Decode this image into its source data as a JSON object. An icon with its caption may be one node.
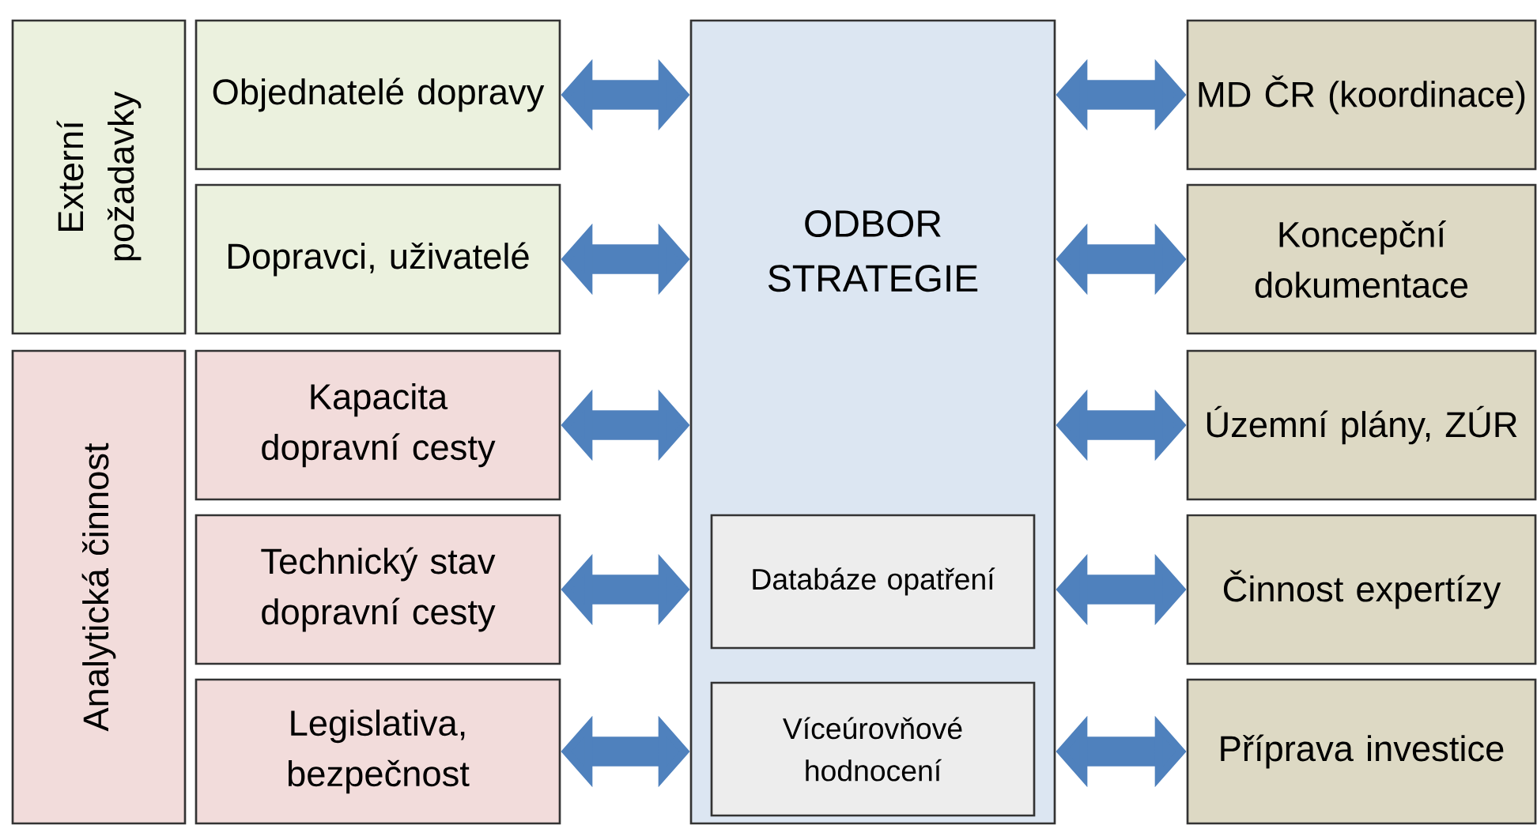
{
  "diagram": {
    "nodes": [
      {
        "text": [
          "Externí požadavky"
        ]
      },
      {
        "text": [
          "Objednatelé dopravy"
        ]
      },
      {
        "text": [
          "Dopravci, uživatelé"
        ]
      },
      {
        "text": [
          "Analytická činnost"
        ]
      },
      {
        "text": [
          "Kapacita dopravní cesty"
        ]
      },
      {
        "text": [
          "Technický stav dopravní cesty"
        ]
      },
      {
        "text": [
          "Legislativa, bezpečnost"
        ]
      },
      {
        "text": [
          "ODBOR STRATEGIE"
        ]
      },
      {
        "text": [
          "Databáze opatření"
        ],
        "in": 7
      },
      {
        "text": [
          "Víceúrovňové hodnocení"
        ],
        "in": 7
      },
      {
        "text": [
          "MD ČR (koordinace)"
        ]
      },
      {
        "text": [
          "Koncepční dokumentace"
        ]
      },
      {
        "text": [
          "Územní plány, ZÚR"
        ]
      },
      {
        "text": [
          "Činnost expertízy"
        ]
      },
      {
        "text": [
          "Příprava investice"
        ]
      }
    ],
    "edges": [
      {
        "from": 1,
        "to": 7,
        "arrow": "both"
      },
      {
        "from": 2,
        "to": 7,
        "arrow": "both"
      },
      {
        "from": 4,
        "to": 7,
        "arrow": "both"
      },
      {
        "from": 5,
        "to": 7,
        "arrow": "both"
      },
      {
        "from": 6,
        "to": 7,
        "arrow": "both"
      },
      {
        "from": 7,
        "to": 10,
        "arrow": "both"
      },
      {
        "from": 7,
        "to": 11,
        "arrow": "both"
      },
      {
        "from": 7,
        "to": 12,
        "arrow": "both"
      },
      {
        "from": 7,
        "to": 13,
        "arrow": "both"
      },
      {
        "from": 7,
        "to": 14,
        "arrow": "both"
      }
    ]
  }
}
